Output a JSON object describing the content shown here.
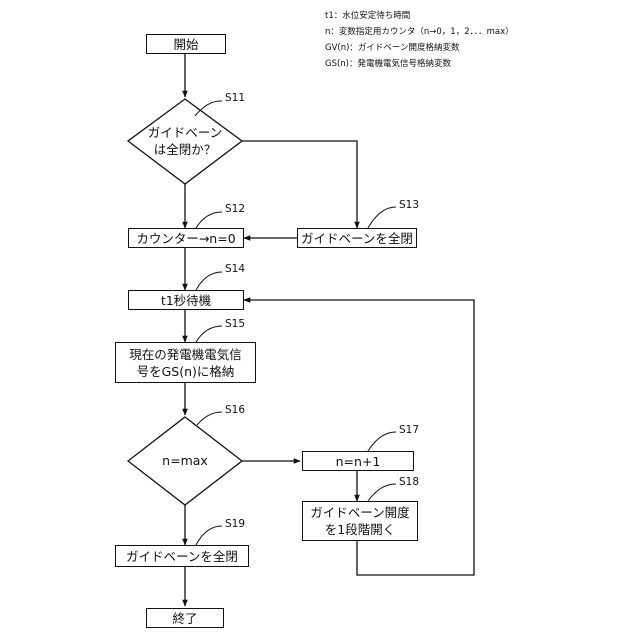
{
  "legend": [
    "t1：水位安定待ち時間",
    "n：変数指定用カウンタ（n→0，1，2．．．max）",
    "GV(n)：ガイドベーン開度格納変数",
    "GS(n)：発電機電気信号格納変数"
  ],
  "nodes": {
    "start": {
      "label": "開始"
    },
    "s11": {
      "step": "S11",
      "line1": "ガイドベーン",
      "line2": "は全閉か？"
    },
    "s12": {
      "step": "S12",
      "label": "カウンター→n=0"
    },
    "s13": {
      "step": "S13",
      "label": "ガイドベーンを全閉"
    },
    "s14": {
      "step": "S14",
      "label": "t1秒待機"
    },
    "s15": {
      "step": "S15",
      "line1": "現在の発電機電気信",
      "line2": "号をGS(n)に格納"
    },
    "s16": {
      "step": "S16",
      "label": "n=max"
    },
    "s17": {
      "step": "S17",
      "label": "n=n+1"
    },
    "s18": {
      "step": "S18",
      "line1": "ガイドベーン開度",
      "line2": "を1段階開く"
    },
    "s19": {
      "step": "S19",
      "label": "ガイドベーンを全閉"
    },
    "end": {
      "label": "終了"
    }
  }
}
